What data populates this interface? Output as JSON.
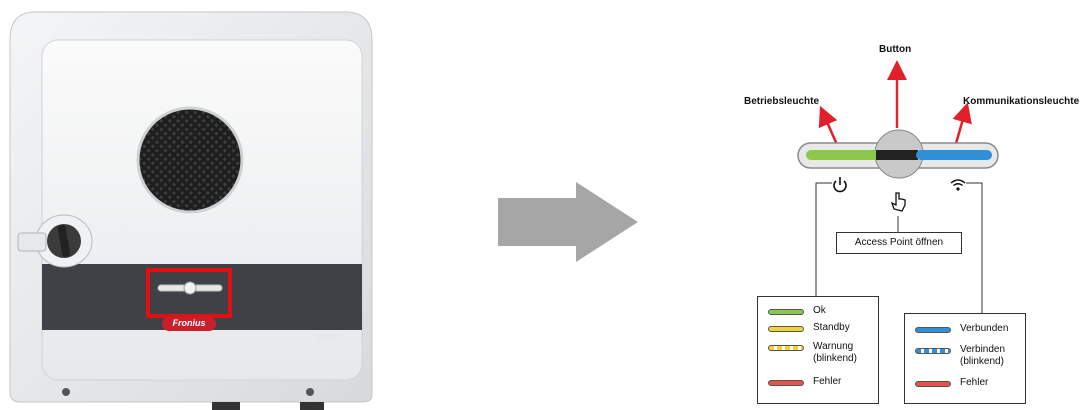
{
  "device": {
    "brand_logo_text": "Fronius",
    "model_text": "SYMO"
  },
  "diagram": {
    "button_label": "Button",
    "operating_light_label": "Betriebsleuchte",
    "communication_light_label": "Kommunikationsleuchte",
    "access_point_label": "Access Point öffnen",
    "operating_states": [
      {
        "label": "Ok",
        "color": "#8cc84b",
        "blink": false
      },
      {
        "label": "Standby",
        "color": "#f2d430",
        "blink": false
      },
      {
        "label": "Warnung\n(blinkend)",
        "color": "#f2d430",
        "blink": true
      },
      {
        "label": "Fehler",
        "color": "#e8524a",
        "blink": false
      }
    ],
    "communication_states": [
      {
        "label": "Verbunden",
        "color": "#2f8fd8",
        "blink": false
      },
      {
        "label": "Verbinden\n(blinkend)",
        "color": "#2f8fd8",
        "blink": true
      },
      {
        "label": "Fehler",
        "color": "#e8524a",
        "blink": false
      }
    ]
  },
  "colors": {
    "arrow_red": "#e0202a",
    "highlight_red": "#e01010",
    "big_arrow_gray": "#a6a6a6",
    "green_bar": "#8cc84b",
    "blue_bar": "#2f8fd8"
  }
}
